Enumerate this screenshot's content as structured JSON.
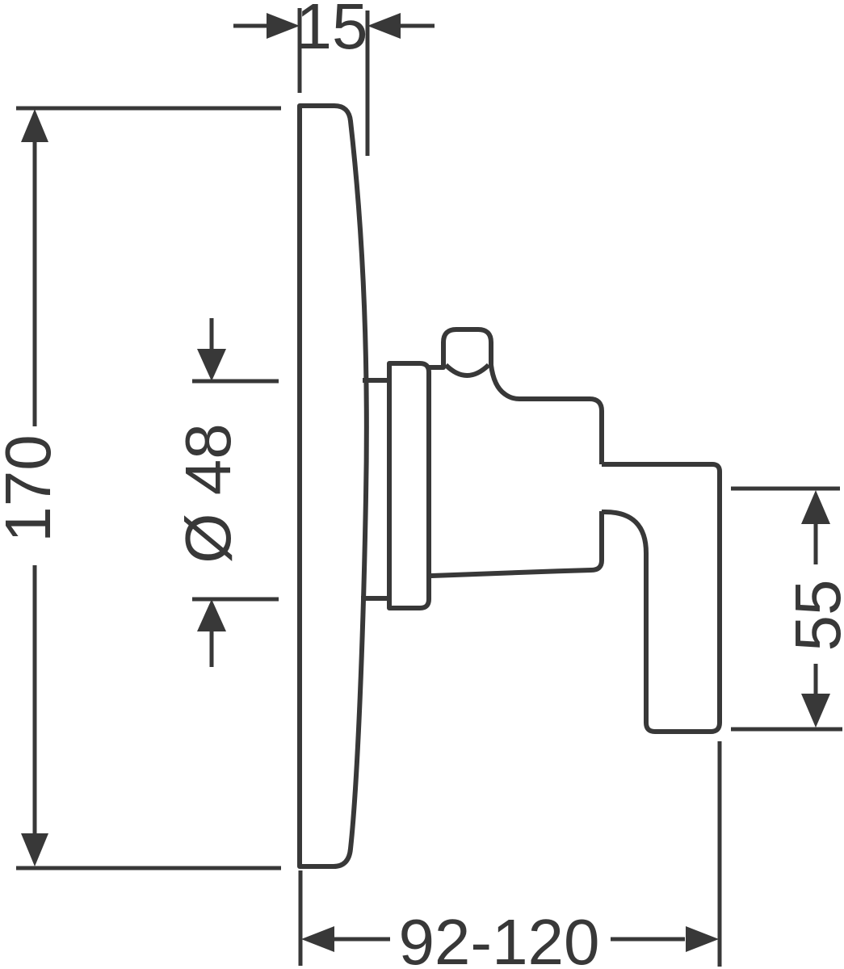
{
  "drawing": {
    "background_color": "#ffffff",
    "line_color": "#383838",
    "description": "Side-view technical dimension drawing of a concealed thermostat mixer trim: domed wall escutcheon, sleeve ring and thermostat body with top button and downward lever handle",
    "dimensions": {
      "escutcheon_depth": {
        "label": "15",
        "orientation": "horizontal"
      },
      "escutcheon_diameter": {
        "label": "170",
        "orientation": "vertical"
      },
      "sleeve_diameter": {
        "label": "Ø 48",
        "orientation": "vertical"
      },
      "handle_drop": {
        "label": "55",
        "orientation": "vertical"
      },
      "installation_depth_range": {
        "label": "92-120",
        "orientation": "horizontal"
      }
    }
  }
}
